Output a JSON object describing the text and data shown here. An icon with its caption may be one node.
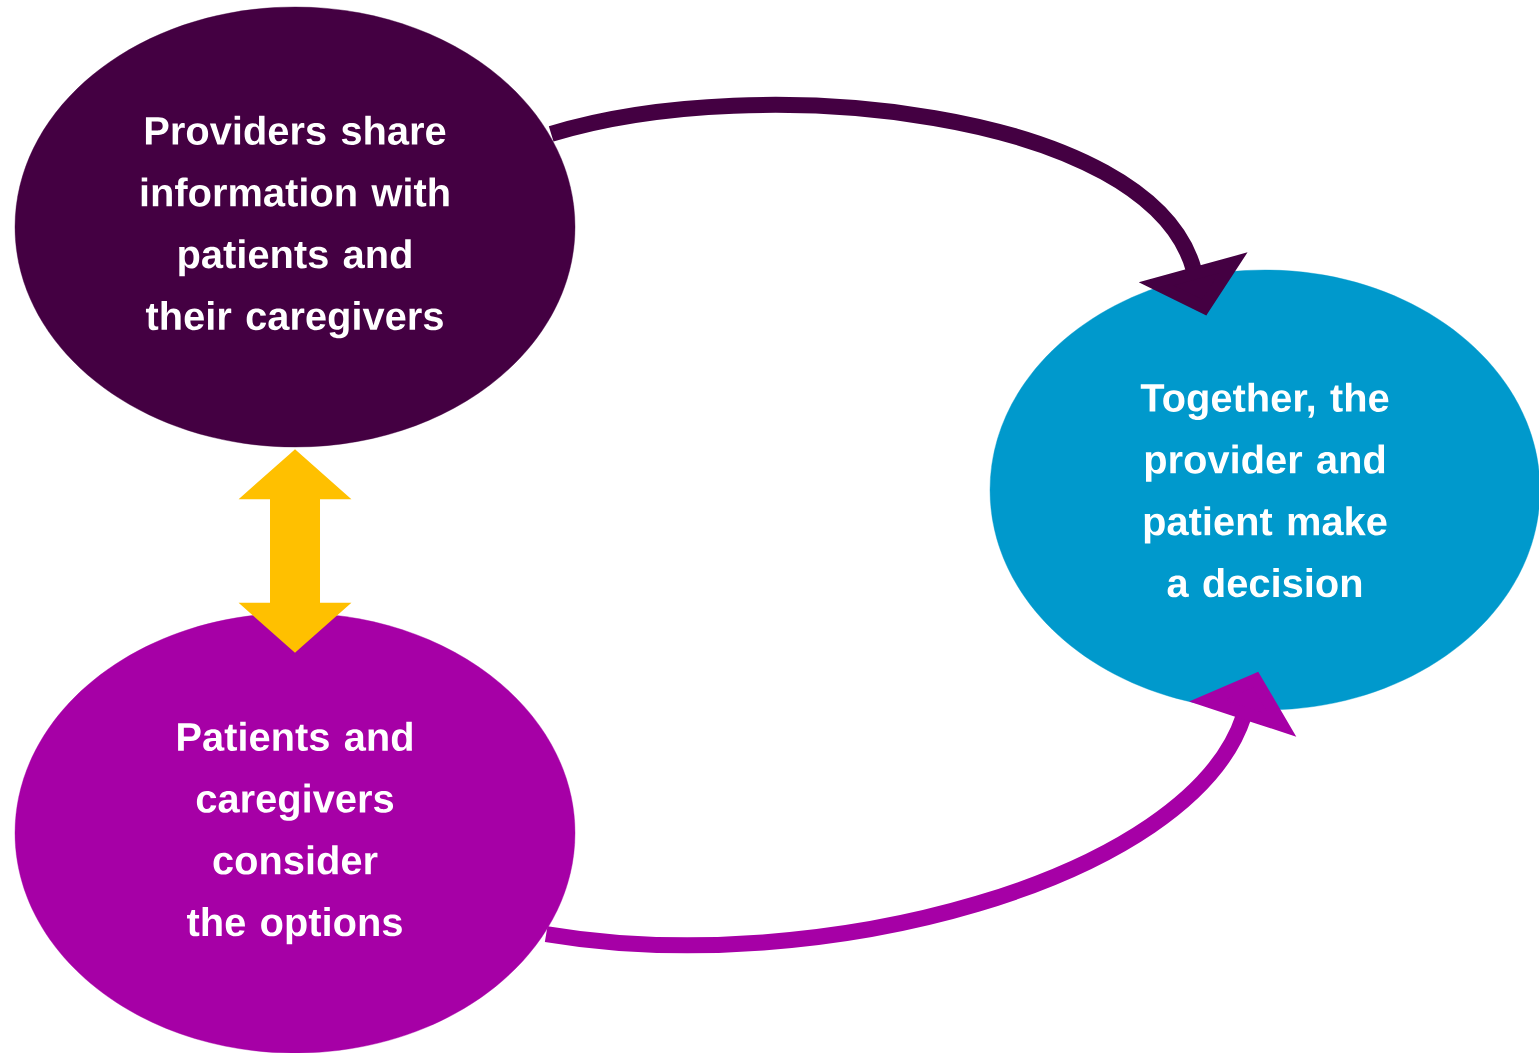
{
  "diagram": {
    "nodes": [
      {
        "text": [
          "Providers share information with patients and their caregivers"
        ]
      },
      {
        "text": [
          "Patients and caregivers consider the options"
        ]
      },
      {
        "text": [
          "Together, the provider and patient make a decision"
        ]
      }
    ],
    "edges": [
      {
        "from": 0,
        "to": 2,
        "arrow": "to",
        "color": "#440042"
      },
      {
        "from": 1,
        "to": 2,
        "arrow": "to",
        "color": "#a600a6"
      },
      {
        "from": 0,
        "to": 1,
        "arrow": "both",
        "style": "thick",
        "color": "#ffc000"
      }
    ]
  }
}
